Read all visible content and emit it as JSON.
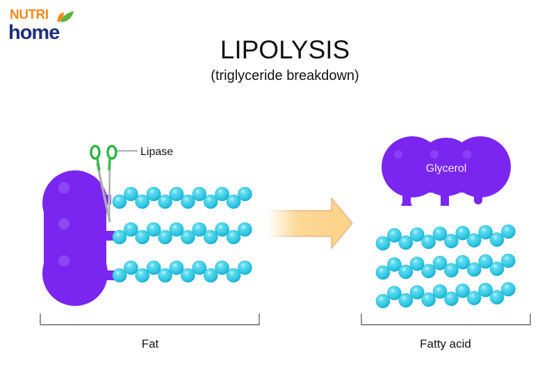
{
  "logo": {
    "brand_top": "NUTRI",
    "brand_bottom": "home",
    "icon": "leaf-icon"
  },
  "title": "LIPOLYSIS",
  "subtitle": "(triglyceride breakdown)",
  "labels": {
    "enzyme": "Lipase",
    "glycerol": "Glycerol",
    "fat": "Fat",
    "fatty_acid": "Fatty acid"
  },
  "structure": {
    "fat_chains": 3,
    "fatty_acid_chains": 3,
    "beads_per_chain": 12
  },
  "colors": {
    "glycerol": "#7a26f0",
    "bead": "#3fcfe8",
    "arrow": "#fdd896",
    "scissors": "#2fbf4a",
    "logo_orange": "#f28a1e",
    "logo_navy": "#1e2f7a"
  }
}
